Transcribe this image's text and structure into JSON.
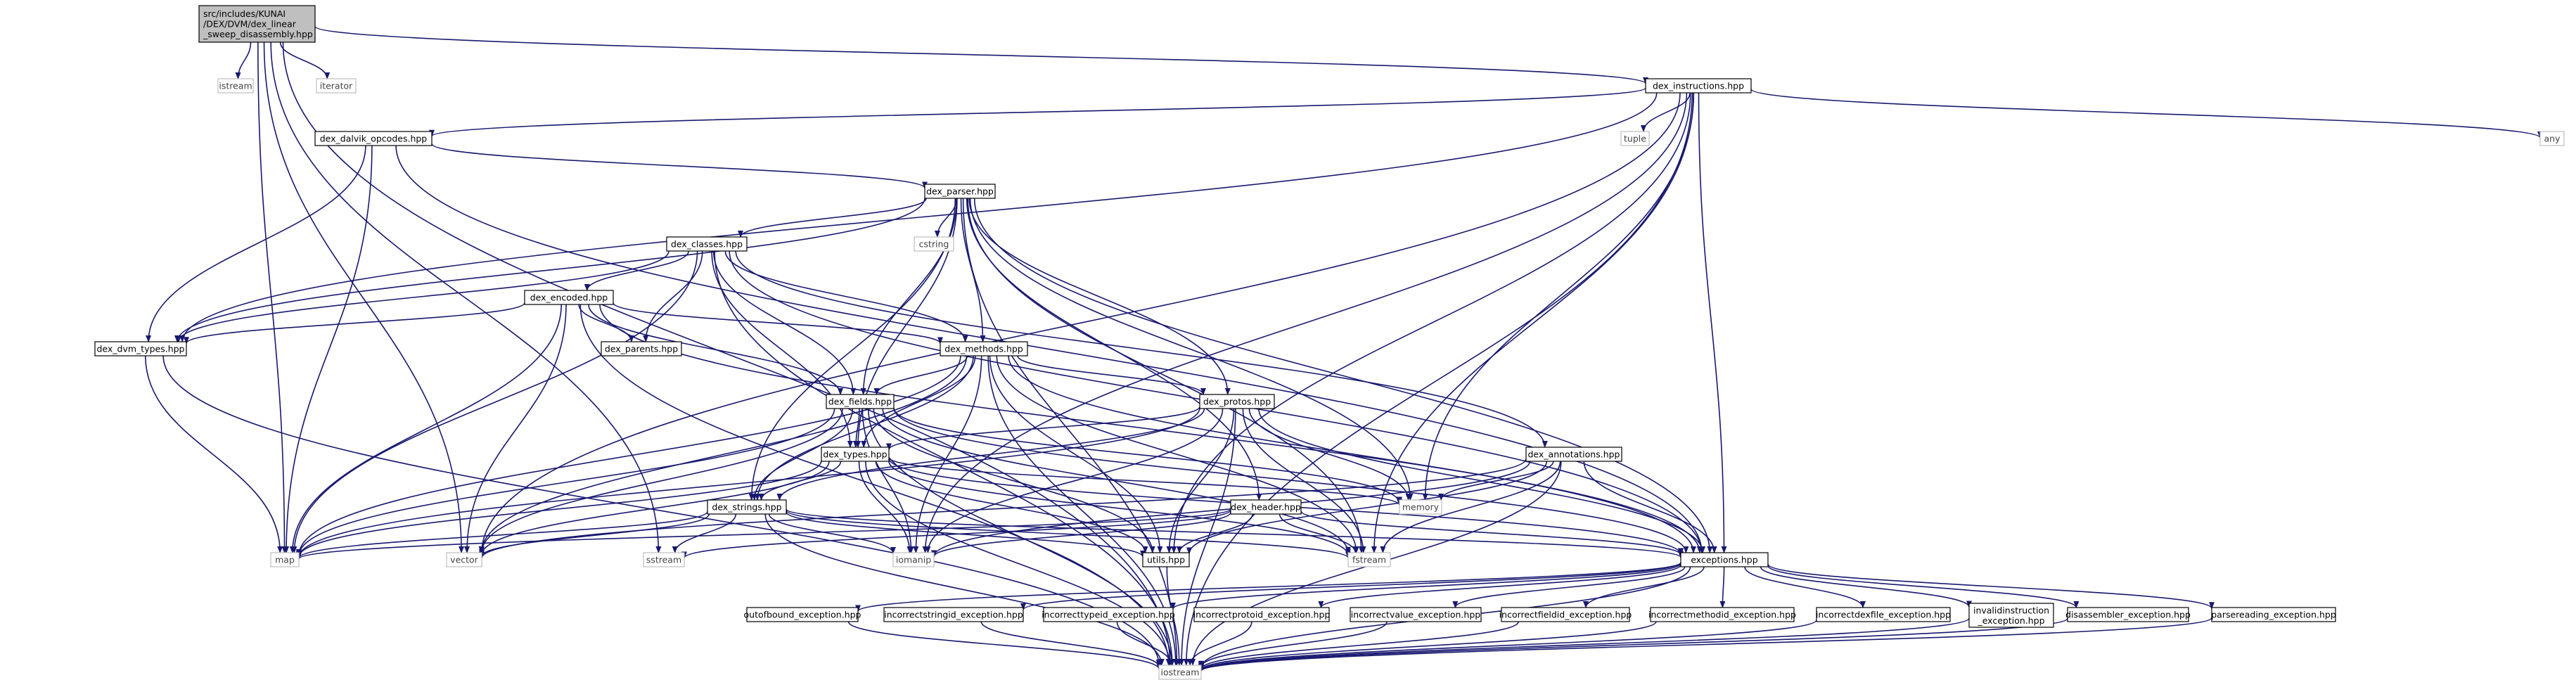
{
  "colors": {
    "edge": "#191970",
    "root_fill": "#bfbfbf",
    "system_border": "#bfbfbf",
    "node_border": "#000000"
  },
  "nodes": {
    "root": [
      "src/includes/KUNAI",
      "/DEX/DVM/dex_linear",
      "_sweep_disassembly.hpp"
    ],
    "istream_top": [
      "istream"
    ],
    "iterator": [
      "iterator"
    ],
    "dex_instructions": [
      "dex_instructions.hpp"
    ],
    "tuple": [
      "tuple"
    ],
    "any": [
      "any"
    ],
    "dex_dalvik_opcodes": [
      "dex_dalvik_opcodes.hpp"
    ],
    "dex_parser": [
      "dex_parser.hpp"
    ],
    "cstring": [
      "cstring"
    ],
    "dex_classes": [
      "dex_classes.hpp"
    ],
    "dex_encoded": [
      "dex_encoded.hpp"
    ],
    "dex_parents": [
      "dex_parents.hpp"
    ],
    "dex_dvm_types": [
      "dex_dvm_types.hpp"
    ],
    "dex_methods": [
      "dex_methods.hpp"
    ],
    "dex_protos": [
      "dex_protos.hpp"
    ],
    "dex_fields": [
      "dex_fields.hpp"
    ],
    "dex_types": [
      "dex_types.hpp"
    ],
    "dex_annotations": [
      "dex_annotations.hpp"
    ],
    "memory": [
      "memory"
    ],
    "dex_header": [
      "dex_header.hpp"
    ],
    "dex_strings": [
      "dex_strings.hpp"
    ],
    "map": [
      "map"
    ],
    "vector": [
      "vector"
    ],
    "sstream": [
      "sstream"
    ],
    "iomanip": [
      "iomanip"
    ],
    "utils": [
      "utils.hpp"
    ],
    "fstream": [
      "fstream"
    ],
    "exceptions": [
      "exceptions.hpp"
    ],
    "outofbound": [
      "outofbound_exception.hpp"
    ],
    "incorrectstringid": [
      "incorrectstringid_exception.hpp"
    ],
    "incorrecttypeid": [
      "incorrecttypeid_exception.hpp"
    ],
    "incorrectprotoid": [
      "incorrectprotoid_exception.hpp"
    ],
    "incorrectvalue": [
      "incorrectvalue_exception.hpp"
    ],
    "incorrectfieldid": [
      "incorrectfieldid_exception.hpp"
    ],
    "incorrectmethodid": [
      "incorrectmethodid_exception.hpp"
    ],
    "incorrectdexfile": [
      "incorrectdexfile_exception.hpp"
    ],
    "invalidinstruction": [
      "invalidinstruction",
      "_exception.hpp"
    ],
    "disassembler": [
      "disassembler_exception.hpp"
    ],
    "parsereading": [
      "parsereading_exception.hpp"
    ],
    "iostream": [
      "iostream"
    ]
  }
}
